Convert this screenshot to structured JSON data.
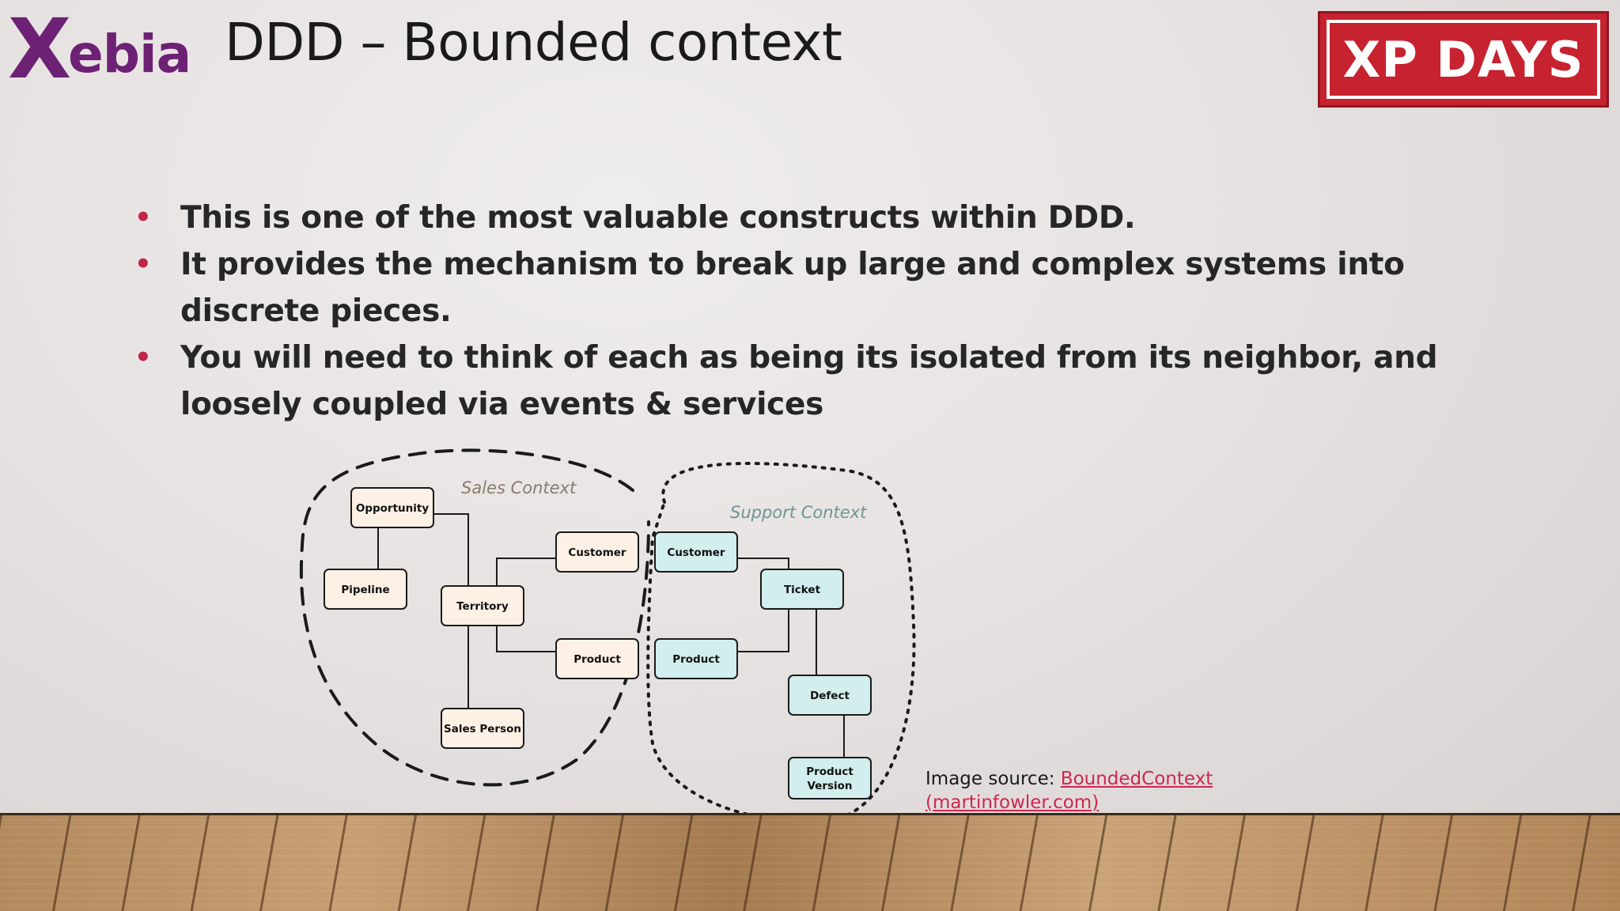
{
  "header": {
    "logo_text": "Xebia",
    "logo_initial": "X",
    "logo_rest": "ebia",
    "title": "DDD – Bounded context",
    "badge": "XP DAYS",
    "logo_color": "#6d2174",
    "badge_color": "#c7222f"
  },
  "bullets": [
    "This is one of the most valuable constructs within DDD.",
    "It provides the mechanism to break up large and complex systems into discrete pieces.",
    "You will need to think of each as being its isolated from its neighbor, and loosely coupled via events & services"
  ],
  "bullet_marker": "•",
  "bullet_color": "#c0264b",
  "diagram": {
    "sales_context": {
      "label": "Sales Context",
      "nodes": {
        "opportunity": "Opportunity",
        "pipeline": "Pipeline",
        "territory": "Territory",
        "customer": "Customer",
        "product": "Product",
        "sales_person": "Sales Person"
      },
      "fill": "#fdf1e6",
      "label_color": "#8c7a6e"
    },
    "support_context": {
      "label": "Support Context",
      "nodes": {
        "customer": "Customer",
        "ticket": "Ticket",
        "product": "Product",
        "defect": "Defect",
        "product_version_line1": "Product",
        "product_version_line2": "Version"
      },
      "fill": "#d2eeee",
      "label_color": "#6f9595"
    }
  },
  "source": {
    "prefix": "Image source: ",
    "link_line1": "BoundedContext",
    "link_line2": "(martinfowler.com)",
    "link_color": "#d0264f"
  }
}
